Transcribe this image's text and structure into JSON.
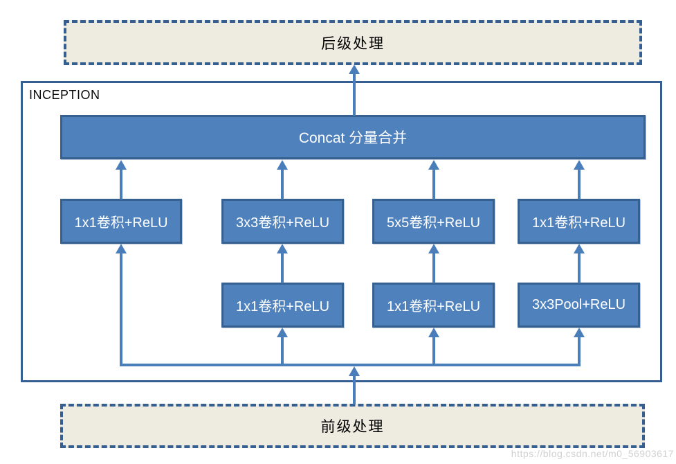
{
  "diagram": {
    "title": "INCEPTION",
    "post_box": {
      "label": "后级处理"
    },
    "pre_box": {
      "label": "前级处理"
    },
    "concat_box": {
      "label": "Concat 分量合并"
    },
    "branch_row": [
      {
        "label": "1x1卷积+ReLU"
      },
      {
        "label": "3x3卷积+ReLU"
      },
      {
        "label": "5x5卷积+ReLU"
      },
      {
        "label": "1x1卷积+ReLU"
      }
    ],
    "input_row": [
      {
        "label": "1x1卷积+ReLU"
      },
      {
        "label": "1x1卷积+ReLU"
      },
      {
        "label": "3x3Pool+ReLU"
      }
    ],
    "watermark": "https://blog.csdn.net/m0_56903617",
    "colors": {
      "node_fill": "#4f81bd",
      "node_border": "#35608f",
      "arrow": "#4a7ebb",
      "terminal_fill": "#eeece1",
      "terminal_border": "#365f91",
      "container_border": "#365f91",
      "node_text": "#ffffff",
      "label_text": "#000000",
      "watermark_text": "#cbcbcb"
    }
  }
}
